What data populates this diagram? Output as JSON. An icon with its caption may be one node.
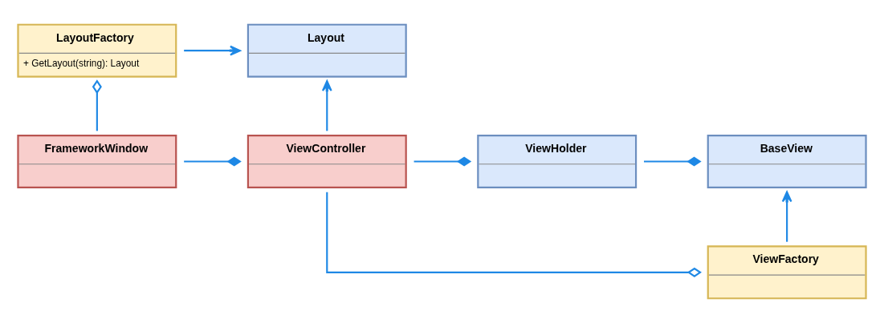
{
  "diagram": {
    "nodes": [
      {
        "text": [
          "LayoutFactory",
          "+ GetLayout(string): Layout"
        ]
      },
      {
        "text": [
          "Layout"
        ]
      },
      {
        "text": [
          "FrameworkWindow"
        ]
      },
      {
        "text": [
          "ViewController"
        ]
      },
      {
        "text": [
          "ViewHolder"
        ]
      },
      {
        "text": [
          "BaseView"
        ]
      },
      {
        "text": [
          "ViewFactory"
        ]
      }
    ],
    "edges": [
      {
        "from": 0,
        "to": 1,
        "arrow": "to"
      },
      {
        "from": 2,
        "to": 0,
        "arrow": "other"
      },
      {
        "from": 3,
        "to": 1,
        "arrow": "to"
      },
      {
        "from": 2,
        "to": 3,
        "arrow": "other"
      },
      {
        "from": 3,
        "to": 4,
        "arrow": "other"
      },
      {
        "from": 4,
        "to": 5,
        "arrow": "other"
      },
      {
        "from": 3,
        "to": 6,
        "arrow": "other"
      },
      {
        "from": 6,
        "to": 5,
        "arrow": "to"
      }
    ]
  }
}
